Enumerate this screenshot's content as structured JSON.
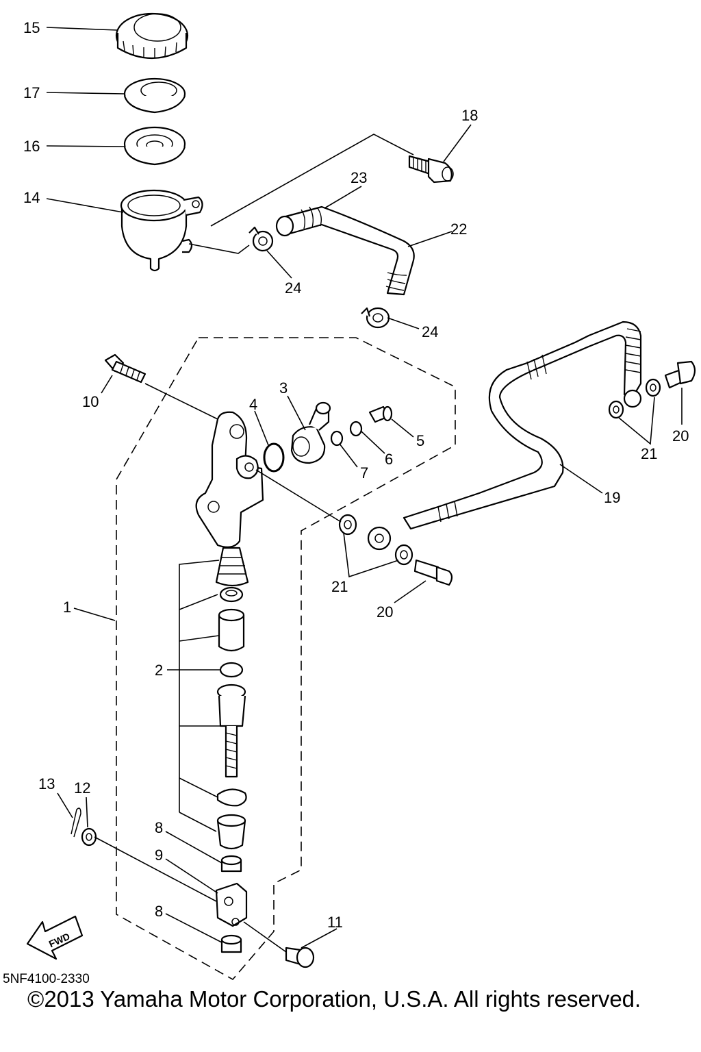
{
  "diagram_code": "5NF4100-2330",
  "copyright": "©2013 Yamaha Motor Corporation, U.S.A. All rights reserved.",
  "fwd_label": "FWD",
  "callouts": {
    "c1": "1",
    "c2": "2",
    "c3": "3",
    "c4": "4",
    "c5": "5",
    "c6": "6",
    "c7": "7",
    "c8a": "8",
    "c8b": "8",
    "c9": "9",
    "c10": "10",
    "c11": "11",
    "c12": "12",
    "c13": "13",
    "c14": "14",
    "c15": "15",
    "c16": "16",
    "c17": "17",
    "c18": "18",
    "c19": "19",
    "c20a": "20",
    "c20b": "20",
    "c21a": "21",
    "c21b": "21",
    "c22": "22",
    "c23": "23",
    "c24a": "24",
    "c24b": "24"
  }
}
